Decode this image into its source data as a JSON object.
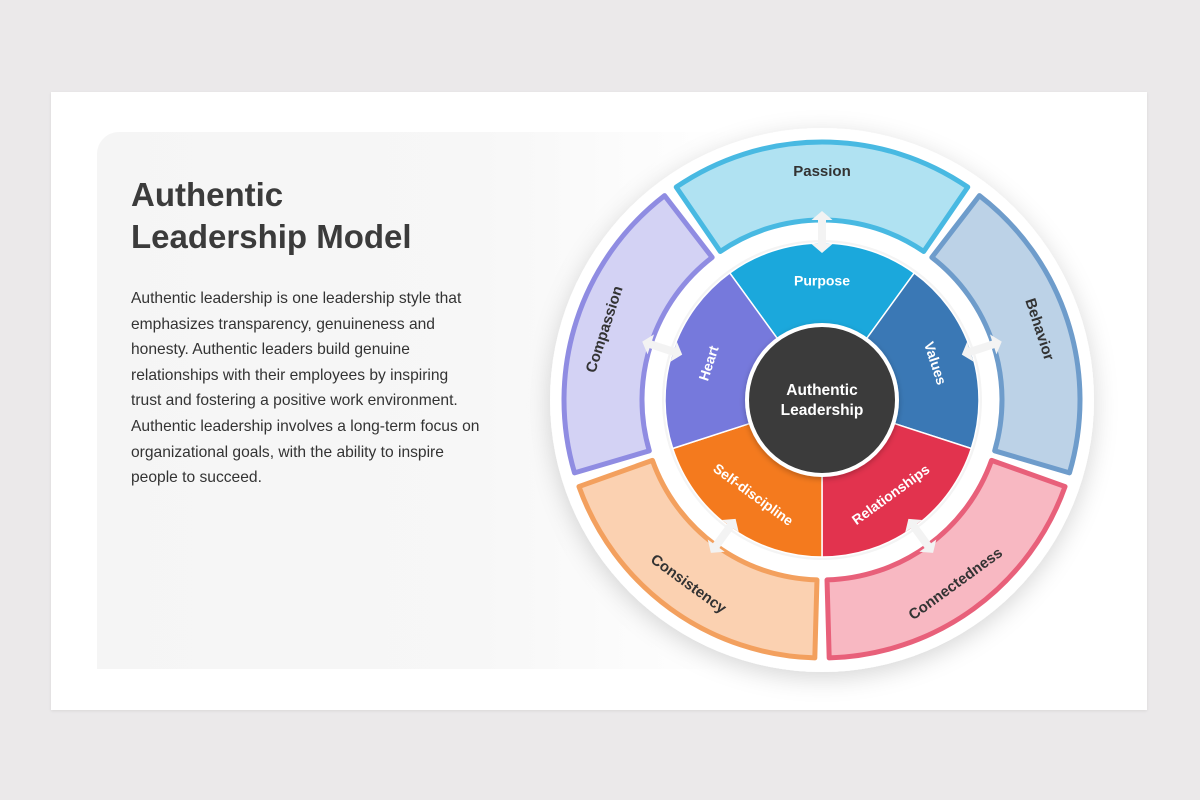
{
  "slide": {
    "title": "Authentic\nLeadership Model",
    "description": "Authentic leadership is one leadership style that emphasizes transparency, genuineness and honesty. Authentic leaders build genuine relationships with their employees by inspiring trust and fostering a positive work environment. Authentic leadership involves a long-term focus on organizational goals, with the ability to inspire people to succeed."
  },
  "diagram": {
    "center": {
      "line1": "Authentic",
      "line2": "Leadership",
      "color": "#3b3b3b"
    },
    "segments": [
      {
        "outer": "Passion",
        "inner": "Purpose",
        "outer_fill": "#b0e2f2",
        "outer_stroke": "#48b9e2",
        "inner_fill": "#1ba8dc"
      },
      {
        "outer": "Behavior",
        "inner": "Values",
        "outer_fill": "#bcd2e7",
        "outer_stroke": "#6e9ccb",
        "inner_fill": "#3a78b5"
      },
      {
        "outer": "Connectedness",
        "inner": "Relationships",
        "outer_fill": "#f8b8c2",
        "outer_stroke": "#e8607a",
        "inner_fill": "#e2334e"
      },
      {
        "outer": "Consistency",
        "inner": "Self-discipline",
        "outer_fill": "#fbd1b1",
        "outer_stroke": "#f3a05e",
        "inner_fill": "#f47a1e"
      },
      {
        "outer": "Compassion",
        "inner": "Heart",
        "outer_fill": "#d3d2f4",
        "outer_stroke": "#8f8ce2",
        "inner_fill": "#7679dc"
      }
    ],
    "arrow_color": "#f3f3f3"
  }
}
